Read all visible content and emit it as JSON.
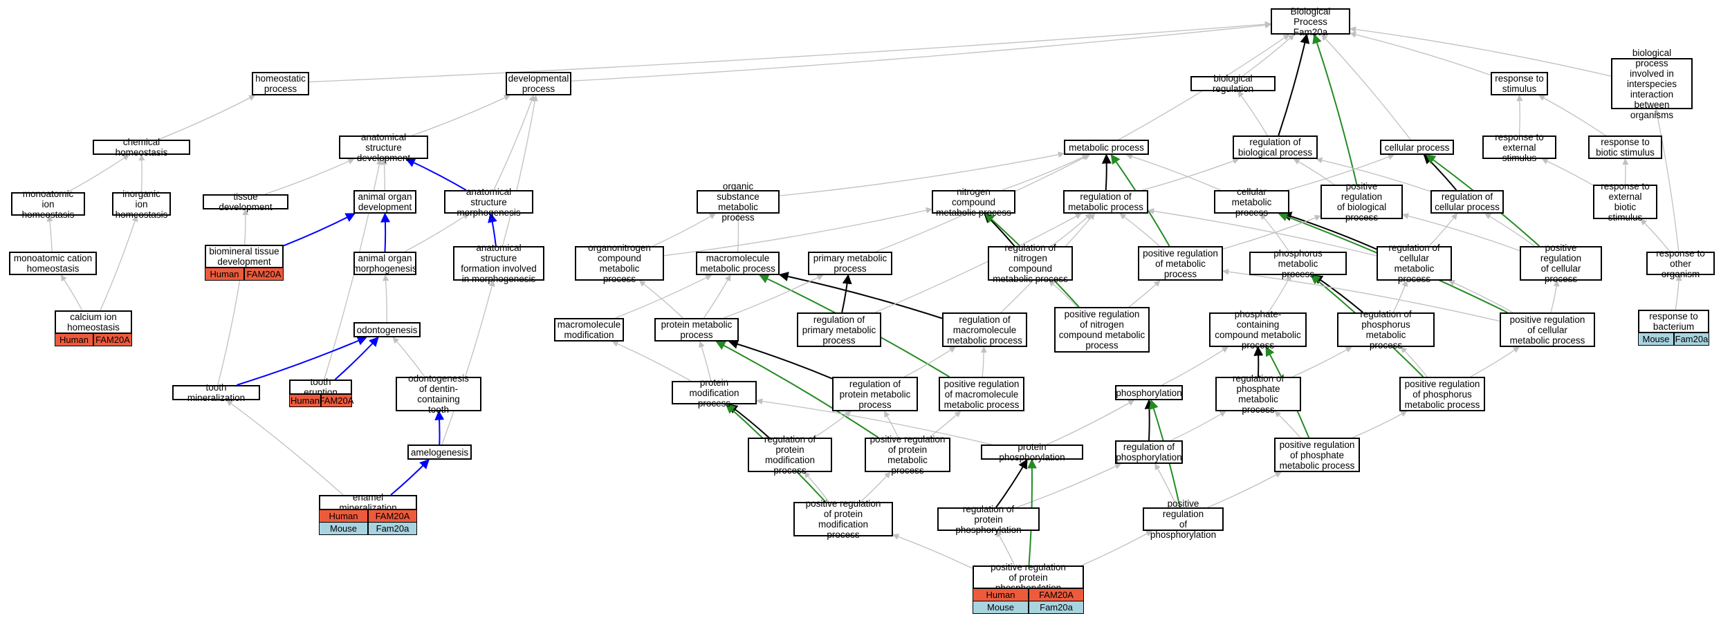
{
  "nodes": [
    {
      "id": "root",
      "label": "Biological Process\nFam20a"
    },
    {
      "id": "homeostatic",
      "label": "homeostatic\nprocess"
    },
    {
      "id": "developmental",
      "label": "developmental\nprocess"
    },
    {
      "id": "bioreg",
      "label": "biological regulation"
    },
    {
      "id": "resp_stim",
      "label": "response to\nstimulus"
    },
    {
      "id": "interspecies",
      "label": "biological process\ninvolved in\ninterspecies\ninteraction\nbetween organisms"
    },
    {
      "id": "chem_homeo",
      "label": "chemical homeostasis"
    },
    {
      "id": "ana_struct_dev",
      "label": "anatomical structure\ndevelopment"
    },
    {
      "id": "metabolic",
      "label": "metabolic process"
    },
    {
      "id": "reg_bio",
      "label": "regulation of\nbiological process"
    },
    {
      "id": "cellular",
      "label": "cellular process"
    },
    {
      "id": "resp_ext",
      "label": "response to\nexternal stimulus"
    },
    {
      "id": "resp_biotic",
      "label": "response to\nbiotic stimulus"
    },
    {
      "id": "mono_ion",
      "label": "monoatomic ion\nhomeostasis"
    },
    {
      "id": "inorg_ion",
      "label": "inorganic ion\nhomeostasis"
    },
    {
      "id": "tissue_dev",
      "label": "tissue development"
    },
    {
      "id": "animal_organ_dev",
      "label": "animal organ\ndevelopment"
    },
    {
      "id": "ana_struct_morph",
      "label": "anatomical structure\nmorphogenesis"
    },
    {
      "id": "organic_subst",
      "label": "organic substance\nmetabolic process"
    },
    {
      "id": "nitrogen",
      "label": "nitrogen compound\nmetabolic process"
    },
    {
      "id": "reg_metab",
      "label": "regulation of\nmetabolic process"
    },
    {
      "id": "cell_metab",
      "label": "cellular metabolic\nprocess"
    },
    {
      "id": "pos_reg_bio",
      "label": "positive regulation\nof biological\nprocess"
    },
    {
      "id": "reg_cell",
      "label": "regulation of\ncellular process"
    },
    {
      "id": "resp_ext_biotic",
      "label": "response to\nexternal biotic\nstimulus"
    },
    {
      "id": "mono_cation",
      "label": "monoatomic cation\nhomeostasis"
    },
    {
      "id": "biomin_tissue",
      "label": "biomineral tissue\ndevelopment"
    },
    {
      "id": "animal_organ_morph",
      "label": "animal organ\nmorphogenesis"
    },
    {
      "id": "ana_struct_form",
      "label": "anatomical structure\nformation involved\nin morphogenesis"
    },
    {
      "id": "organonitrogen",
      "label": "organonitrogen\ncompound metabolic\nprocess"
    },
    {
      "id": "macromolecule",
      "label": "macromolecule\nmetabolic process"
    },
    {
      "id": "primary",
      "label": "primary metabolic\nprocess"
    },
    {
      "id": "reg_nitrogen",
      "label": "regulation of\nnitrogen compound\nmetabolic process"
    },
    {
      "id": "pos_reg_metab",
      "label": "positive regulation\nof metabolic\nprocess"
    },
    {
      "id": "phosphorus",
      "label": "phosphorus metabolic\nprocess"
    },
    {
      "id": "reg_cell_metab",
      "label": "regulation of\ncellular metabolic\nprocess"
    },
    {
      "id": "pos_reg_cell",
      "label": "positive regulation\nof cellular\nprocess"
    },
    {
      "id": "resp_other",
      "label": "response to\nother organism"
    },
    {
      "id": "calcium",
      "label": "calcium ion\nhomeostasis"
    },
    {
      "id": "odontogenesis",
      "label": "odontogenesis"
    },
    {
      "id": "macro_mod",
      "label": "macromolecule\nmodification"
    },
    {
      "id": "protein_metab",
      "label": "protein metabolic\nprocess"
    },
    {
      "id": "reg_primary",
      "label": "regulation of\nprimary metabolic\nprocess"
    },
    {
      "id": "reg_macro",
      "label": "regulation of\nmacromolecule\nmetabolic process"
    },
    {
      "id": "pos_reg_nitrogen",
      "label": "positive regulation\nof nitrogen\ncompound metabolic\nprocess"
    },
    {
      "id": "phosphate_cont",
      "label": "phosphate-containing\ncompound metabolic\nprocess"
    },
    {
      "id": "reg_phosphorus",
      "label": "regulation of\nphosphorus metabolic\nprocess"
    },
    {
      "id": "pos_reg_cell_metab",
      "label": "positive regulation\nof cellular\nmetabolic process"
    },
    {
      "id": "resp_bacterium",
      "label": "response to\nbacterium"
    },
    {
      "id": "tooth_min",
      "label": "tooth mineralization"
    },
    {
      "id": "tooth_erupt",
      "label": "tooth eruption"
    },
    {
      "id": "odonto_dentin",
      "label": "odontogenesis\nof dentin-containing\ntooth"
    },
    {
      "id": "protein_mod",
      "label": "protein modification\nprocess"
    },
    {
      "id": "reg_protein_metab",
      "label": "regulation of\nprotein metabolic\nprocess"
    },
    {
      "id": "pos_reg_macro",
      "label": "positive regulation\nof macromolecule\nmetabolic process"
    },
    {
      "id": "phosphorylation",
      "label": "phosphorylation"
    },
    {
      "id": "reg_phosphate",
      "label": "regulation of\nphosphate metabolic\nprocess"
    },
    {
      "id": "pos_reg_phosphorus",
      "label": "positive regulation\nof phosphorus\nmetabolic process"
    },
    {
      "id": "amelogenesis",
      "label": "amelogenesis"
    },
    {
      "id": "reg_protein_mod",
      "label": "regulation of\nprotein modification\nprocess"
    },
    {
      "id": "pos_reg_protein_metab",
      "label": "positive regulation\nof protein metabolic\nprocess"
    },
    {
      "id": "protein_phos",
      "label": "protein phosphorylation"
    },
    {
      "id": "reg_phos",
      "label": "regulation of\nphosphorylation"
    },
    {
      "id": "pos_reg_phosphate",
      "label": "positive regulation\nof phosphate\nmetabolic process"
    },
    {
      "id": "enamel_min",
      "label": "enamel mineralization"
    },
    {
      "id": "pos_reg_protein_mod",
      "label": "positive regulation\nof protein modification\nprocess"
    },
    {
      "id": "reg_protein_phos",
      "label": "regulation of\nprotein phosphorylation"
    },
    {
      "id": "pos_reg_phos",
      "label": "positive regulation\nof phosphorylation"
    },
    {
      "id": "pos_reg_protein_phos",
      "label": "positive regulation\nof protein phosphorylation"
    }
  ],
  "annotations": {
    "biomin_tissue": [
      {
        "species": "Human",
        "gene": "FAM20A"
      }
    ],
    "calcium": [
      {
        "species": "Human",
        "gene": "FAM20A"
      }
    ],
    "tooth_erupt": [
      {
        "species": "Human",
        "gene": "FAM20A"
      }
    ],
    "enamel_min": [
      {
        "species": "Human",
        "gene": "FAM20A"
      },
      {
        "species": "Mouse",
        "gene": "Fam20a"
      }
    ],
    "pos_reg_protein_phos": [
      {
        "species": "Human",
        "gene": "FAM20A"
      },
      {
        "species": "Mouse",
        "gene": "Fam20a"
      }
    ],
    "resp_bacterium": [
      {
        "species": "Mouse",
        "gene": "Fam20a"
      }
    ]
  },
  "edges": [
    [
      "homeostatic",
      "root",
      "is_a"
    ],
    [
      "developmental",
      "root",
      "is_a"
    ],
    [
      "bioreg",
      "root",
      "is_a"
    ],
    [
      "resp_stim",
      "root",
      "is_a"
    ],
    [
      "interspecies",
      "root",
      "is_a"
    ],
    [
      "metabolic",
      "root",
      "is_a"
    ],
    [
      "cellular",
      "root",
      "is_a"
    ],
    [
      "reg_bio",
      "root",
      "regulates"
    ],
    [
      "pos_reg_bio",
      "root",
      "positively_regulates"
    ],
    [
      "chem_homeo",
      "homeostatic",
      "is_a"
    ],
    [
      "ana_struct_dev",
      "developmental",
      "is_a"
    ],
    [
      "ana_struct_morph",
      "developmental",
      "is_a"
    ],
    [
      "ana_struct_form",
      "developmental",
      "is_a"
    ],
    [
      "reg_bio",
      "bioreg",
      "is_a"
    ],
    [
      "resp_ext",
      "resp_stim",
      "is_a"
    ],
    [
      "resp_biotic",
      "resp_stim",
      "is_a"
    ],
    [
      "resp_other",
      "interspecies",
      "is_a"
    ],
    [
      "mono_ion",
      "chem_homeo",
      "is_a"
    ],
    [
      "inorg_ion",
      "chem_homeo",
      "is_a"
    ],
    [
      "tissue_dev",
      "ana_struct_dev",
      "is_a"
    ],
    [
      "animal_organ_dev",
      "ana_struct_dev",
      "is_a"
    ],
    [
      "ana_struct_morph",
      "ana_struct_dev",
      "part_of"
    ],
    [
      "tooth_erupt",
      "ana_struct_dev",
      "is_a"
    ],
    [
      "organic_subst",
      "metabolic",
      "is_a"
    ],
    [
      "nitrogen",
      "metabolic",
      "is_a"
    ],
    [
      "reg_metab",
      "metabolic",
      "regulates"
    ],
    [
      "pos_reg_metab",
      "metabolic",
      "positively_regulates"
    ],
    [
      "primary",
      "metabolic",
      "is_a"
    ],
    [
      "cell_metab",
      "metabolic",
      "is_a"
    ],
    [
      "reg_metab",
      "reg_bio",
      "is_a"
    ],
    [
      "pos_reg_bio",
      "reg_bio",
      "is_a"
    ],
    [
      "reg_cell",
      "reg_bio",
      "is_a"
    ],
    [
      "cell_metab",
      "cellular",
      "is_a"
    ],
    [
      "reg_cell",
      "cellular",
      "regulates"
    ],
    [
      "pos_reg_cell",
      "cellular",
      "positively_regulates"
    ],
    [
      "resp_ext_biotic",
      "resp_ext",
      "is_a"
    ],
    [
      "resp_ext_biotic",
      "resp_biotic",
      "is_a"
    ],
    [
      "mono_cation",
      "mono_ion",
      "is_a"
    ],
    [
      "calcium",
      "inorg_ion",
      "is_a"
    ],
    [
      "biomin_tissue",
      "tissue_dev",
      "is_a"
    ],
    [
      "biomin_tissue",
      "animal_organ_dev",
      "part_of"
    ],
    [
      "animal_organ_morph",
      "animal_organ_dev",
      "part_of"
    ],
    [
      "animal_organ_morph",
      "ana_struct_morph",
      "is_a"
    ],
    [
      "ana_struct_form",
      "ana_struct_morph",
      "part_of"
    ],
    [
      "organonitrogen",
      "organic_subst",
      "is_a"
    ],
    [
      "organonitrogen",
      "nitrogen",
      "is_a"
    ],
    [
      "macromolecule",
      "organic_subst",
      "is_a"
    ],
    [
      "reg_nitrogen",
      "nitrogen",
      "regulates"
    ],
    [
      "pos_reg_nitrogen",
      "nitrogen",
      "positively_regulates"
    ],
    [
      "reg_nitrogen",
      "reg_metab",
      "is_a"
    ],
    [
      "pos_reg_metab",
      "reg_metab",
      "is_a"
    ],
    [
      "reg_cell_metab",
      "reg_metab",
      "is_a"
    ],
    [
      "phosphorus",
      "cell_metab",
      "is_a"
    ],
    [
      "reg_cell_metab",
      "cell_metab",
      "regulates"
    ],
    [
      "pos_reg_cell_metab",
      "cell_metab",
      "positively_regulates"
    ],
    [
      "pos_reg_metab",
      "pos_reg_bio",
      "is_a"
    ],
    [
      "reg_cell_metab",
      "reg_cell",
      "is_a"
    ],
    [
      "pos_reg_cell",
      "reg_cell",
      "is_a"
    ],
    [
      "pos_reg_cell",
      "pos_reg_bio",
      "is_a"
    ],
    [
      "resp_other",
      "resp_ext_biotic",
      "is_a"
    ],
    [
      "calcium",
      "mono_cation",
      "is_a"
    ],
    [
      "odontogenesis",
      "animal_organ_morph",
      "is_a"
    ],
    [
      "amelogenesis",
      "ana_struct_form",
      "is_a"
    ],
    [
      "protein_metab",
      "organonitrogen",
      "is_a"
    ],
    [
      "macro_mod",
      "macromolecule",
      "is_a"
    ],
    [
      "protein_metab",
      "macromolecule",
      "is_a"
    ],
    [
      "reg_macro",
      "macromolecule",
      "regulates"
    ],
    [
      "pos_reg_macro",
      "macromolecule",
      "positively_regulates"
    ],
    [
      "protein_metab",
      "primary",
      "is_a"
    ],
    [
      "reg_primary",
      "primary",
      "regulates"
    ],
    [
      "reg_primary",
      "reg_metab",
      "is_a"
    ],
    [
      "reg_macro",
      "reg_metab",
      "is_a"
    ],
    [
      "pos_reg_nitrogen",
      "reg_nitrogen",
      "is_a"
    ],
    [
      "pos_reg_nitrogen",
      "pos_reg_metab",
      "is_a"
    ],
    [
      "phosphate_cont",
      "phosphorus",
      "is_a"
    ],
    [
      "reg_phosphorus",
      "phosphorus",
      "regulates"
    ],
    [
      "pos_reg_phosphorus",
      "phosphorus",
      "positively_regulates"
    ],
    [
      "reg_phosphorus",
      "reg_cell_metab",
      "is_a"
    ],
    [
      "pos_reg_cell_metab",
      "reg_cell_metab",
      "is_a"
    ],
    [
      "pos_reg_cell_metab",
      "pos_reg_cell",
      "is_a"
    ],
    [
      "pos_reg_cell_metab",
      "pos_reg_metab",
      "is_a"
    ],
    [
      "resp_bacterium",
      "resp_other",
      "is_a"
    ],
    [
      "tooth_min",
      "biomin_tissue",
      "is_a"
    ],
    [
      "tooth_min",
      "odontogenesis",
      "part_of"
    ],
    [
      "tooth_erupt",
      "odontogenesis",
      "part_of"
    ],
    [
      "odonto_dentin",
      "odontogenesis",
      "is_a"
    ],
    [
      "protein_mod",
      "macro_mod",
      "is_a"
    ],
    [
      "protein_mod",
      "protein_metab",
      "is_a"
    ],
    [
      "reg_protein_metab",
      "protein_metab",
      "regulates"
    ],
    [
      "pos_reg_protein_metab",
      "protein_metab",
      "positively_regulates"
    ],
    [
      "reg_protein_metab",
      "reg_macro",
      "is_a"
    ],
    [
      "pos_reg_macro",
      "reg_macro",
      "is_a"
    ],
    [
      "phosphorylation",
      "phosphate_cont",
      "is_a"
    ],
    [
      "reg_phosphate",
      "phosphate_cont",
      "regulates"
    ],
    [
      "pos_reg_phosphate",
      "phosphate_cont",
      "positively_regulates"
    ],
    [
      "reg_phosphate",
      "reg_phosphorus",
      "is_a"
    ],
    [
      "pos_reg_phosphorus",
      "reg_phosphorus",
      "is_a"
    ],
    [
      "pos_reg_phosphorus",
      "pos_reg_cell_metab",
      "is_a"
    ],
    [
      "amelogenesis",
      "odonto_dentin",
      "part_of"
    ],
    [
      "reg_protein_mod",
      "protein_mod",
      "regulates"
    ],
    [
      "pos_reg_protein_mod",
      "protein_mod",
      "positively_regulates"
    ],
    [
      "reg_protein_mod",
      "reg_protein_metab",
      "is_a"
    ],
    [
      "pos_reg_protein_metab",
      "reg_protein_metab",
      "is_a"
    ],
    [
      "pos_reg_protein_metab",
      "pos_reg_macro",
      "is_a"
    ],
    [
      "protein_phos",
      "protein_mod",
      "is_a"
    ],
    [
      "protein_phos",
      "phosphorylation",
      "is_a"
    ],
    [
      "reg_phos",
      "phosphorylation",
      "regulates"
    ],
    [
      "pos_reg_phos",
      "phosphorylation",
      "positively_regulates"
    ],
    [
      "reg_phos",
      "reg_phosphate",
      "is_a"
    ],
    [
      "pos_reg_phosphate",
      "reg_phosphate",
      "is_a"
    ],
    [
      "pos_reg_phosphate",
      "pos_reg_phosphorus",
      "is_a"
    ],
    [
      "enamel_min",
      "amelogenesis",
      "part_of"
    ],
    [
      "enamel_min",
      "tooth_min",
      "is_a"
    ],
    [
      "pos_reg_protein_mod",
      "reg_protein_mod",
      "is_a"
    ],
    [
      "pos_reg_protein_mod",
      "pos_reg_protein_metab",
      "is_a"
    ],
    [
      "reg_protein_phos",
      "protein_phos",
      "regulates"
    ],
    [
      "reg_protein_phos",
      "reg_phos",
      "is_a"
    ],
    [
      "pos_reg_phos",
      "reg_phos",
      "is_a"
    ],
    [
      "pos_reg_phos",
      "pos_reg_phosphate",
      "is_a"
    ],
    [
      "pos_reg_protein_phos",
      "protein_phos",
      "positively_regulates"
    ],
    [
      "pos_reg_protein_phos",
      "reg_protein_phos",
      "is_a"
    ],
    [
      "pos_reg_protein_phos",
      "pos_reg_protein_mod",
      "is_a"
    ],
    [
      "pos_reg_protein_phos",
      "pos_reg_phos",
      "is_a"
    ]
  ],
  "edge_colors": {
    "is_a": "#c0c0c0",
    "part_of": "#0000ff",
    "regulates": "#000000",
    "positively_regulates": "#228b22"
  },
  "annotation_colors": {
    "Human": "#ee5a3c",
    "Mouse": "#a8d4e0"
  }
}
